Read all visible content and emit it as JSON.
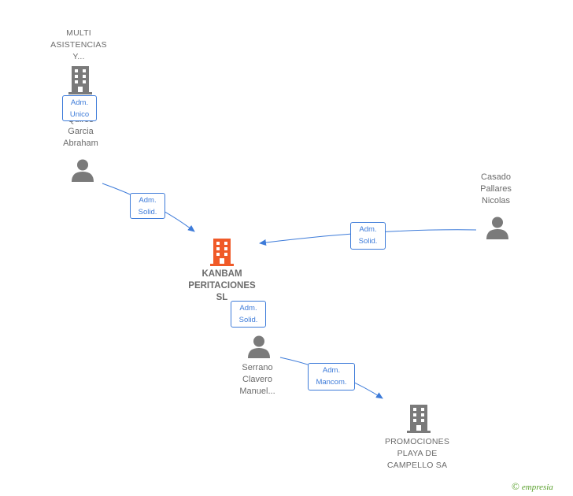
{
  "colors": {
    "edge": "#3d7bd9",
    "icon": "#7a7a7a",
    "focus_icon": "#f05a28",
    "badge_text": "#3d7bd9",
    "brand": "#5aa02c"
  },
  "nodes": {
    "multi_asistencias": {
      "label": "MULTI\nASISTENCIAS\nY...",
      "kind": "company",
      "icon": "building-icon"
    },
    "quiros_garcia": {
      "label": "Quiros\nGarcia\nAbraham",
      "kind": "person",
      "icon": "person-icon"
    },
    "casado_pallares": {
      "label": "Casado\nPallares\nNicolas",
      "kind": "person",
      "icon": "person-icon"
    },
    "kanbam": {
      "label": "KANBAM\nPERITACIONES\nSL",
      "kind": "company",
      "icon": "building-icon"
    },
    "serrano_clavero": {
      "label": "Serrano\nClavero\nManuel...",
      "kind": "person",
      "icon": "person-icon"
    },
    "promociones_playa": {
      "label": "PROMOCIONES\nPLAYA DE\nCAMPELLO SA",
      "kind": "company",
      "icon": "building-icon"
    }
  },
  "relations": [
    {
      "from": "quiros_garcia",
      "to": "multi_asistencias",
      "label": "Adm.\nUnico"
    },
    {
      "from": "quiros_garcia",
      "to": "kanbam",
      "label": "Adm.\nSolid."
    },
    {
      "from": "casado_pallares",
      "to": "kanbam",
      "label": "Adm.\nSolid."
    },
    {
      "from": "serrano_clavero",
      "to": "kanbam",
      "label": "Adm.\nSolid."
    },
    {
      "from": "serrano_clavero",
      "to": "promociones_playa",
      "label": "Adm.\nMancom."
    }
  ],
  "brand": {
    "copyright": "©",
    "name": "empresia"
  }
}
